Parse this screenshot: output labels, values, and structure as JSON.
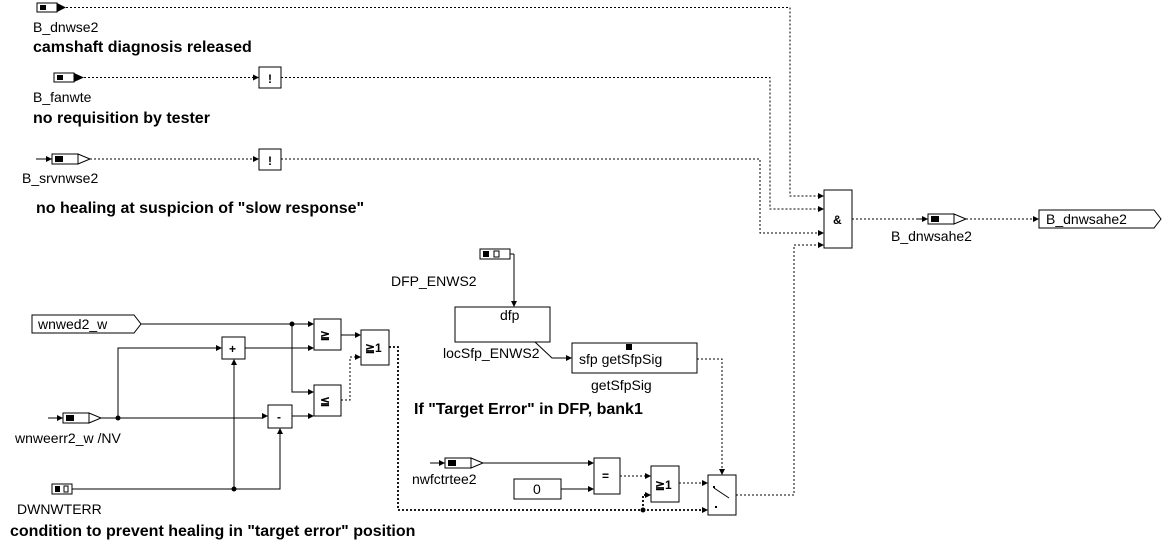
{
  "inputs": {
    "b_dnwse2": "B_dnwse2",
    "b_fanwte": "B_fanwte",
    "b_srvnwse2": "B_srvnwse2",
    "wnwed2_w": "wnwed2_w",
    "wnweerr2_w": "wnweerr2_w /NV",
    "dwnwterr": "DWNWTERR",
    "dfp_enws2": "DFP_ENWS2",
    "nwfctrtee2": "nwfctrtee2"
  },
  "comments": {
    "camshaft": "camshaft diagnosis released",
    "tester": "no requisition by tester",
    "slow_response": "no healing at suspicion of \"slow response\"",
    "target_error_dfp": "If \"Target Error\" in DFP, bank1",
    "prevent_healing": "condition to prevent healing in \"target error\" position"
  },
  "operators": {
    "not1": "!",
    "not2": "!",
    "and": "&",
    "plus": "+",
    "minus": "-",
    "ge": "≧",
    "le": "≦",
    "or1": "≧1",
    "or2": "≧1",
    "eq": "="
  },
  "blocks": {
    "dfp": "dfp",
    "loc_sfp": "locSfp_ENWS2",
    "sfp_call": "sfp getSfpSig",
    "get_sfp_sig": "getSfpSig",
    "const_zero": "0"
  },
  "output": {
    "internal": "B_dnwsahe2",
    "port": "B_dnwsahe2"
  }
}
